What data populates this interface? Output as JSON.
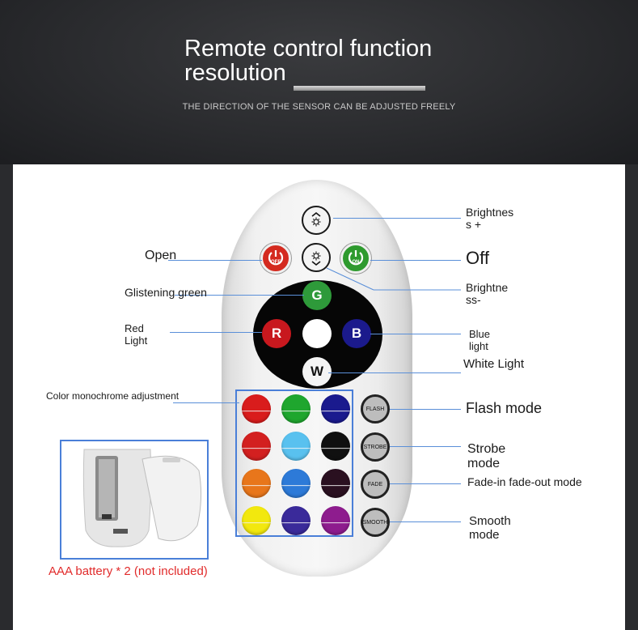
{
  "header": {
    "title_line1": "Remote control function",
    "title_line2": "resolution",
    "subtitle": "THE DIRECTION OF THE SENSOR CAN BE ADJUSTED FREELY"
  },
  "buttons": {
    "off": "OFF",
    "on": "ON",
    "g": "G",
    "r": "R",
    "b": "B",
    "w": "W",
    "flash": "FLASH",
    "strobe": "STROBE",
    "fade": "FADE",
    "smooth": "SMOOTH"
  },
  "labels": {
    "brightness_up_1": "Brightnes",
    "brightness_up_2": "s +",
    "open": "Open",
    "off": "Off",
    "brightness_down_1": "Brightne",
    "brightness_down_2": "ss-",
    "glistening_green": "Glistening green",
    "red_1": "Red",
    "red_2": "Light",
    "blue_1": "Blue",
    "blue_2": "light",
    "white": "White Light",
    "color_mono": "Color monochrome adjustment",
    "flash": "Flash mode",
    "strobe_1": "Strobe",
    "strobe_2": "mode",
    "fade": "Fade-in fade-out mode",
    "smooth_1": "Smooth",
    "smooth_2": "mode",
    "battery": "AAA battery * 2 (not included)"
  },
  "colors": {
    "off_button": "#d42a1f",
    "on_button": "#2e9a2e",
    "g_button": "#2e9a3a",
    "r_button": "#c8181e",
    "b_button": "#1b1a8c",
    "line": "#5a8fd8",
    "battery_text": "#e12b2b",
    "grid": [
      [
        "#d91c1c",
        "#1fa62e",
        "#1a1a8e"
      ],
      [
        "#d32020",
        "#59c1ef",
        "#101010"
      ],
      [
        "#e8761b",
        "#2d7ad8",
        "#2a1020"
      ],
      [
        "#f2e80e",
        "#3a2a9a",
        "#8e1c8e"
      ]
    ]
  },
  "icons": {
    "brightness_up": "sun-up-icon",
    "brightness_down": "sun-down-icon",
    "power_off": "power-off-icon",
    "power_on": "power-on-icon"
  }
}
